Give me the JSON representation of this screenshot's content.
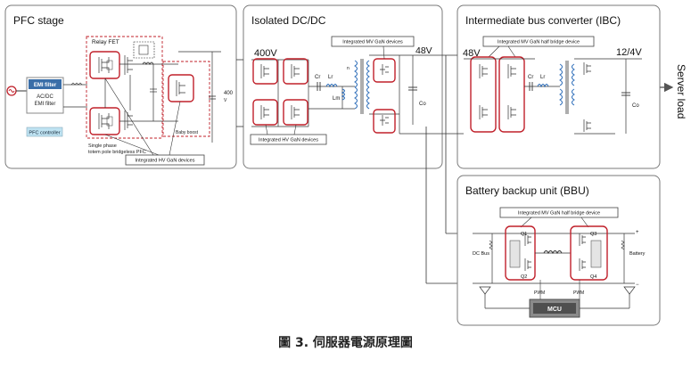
{
  "caption": "圖 3. 伺服器電源原理圖",
  "pfc": {
    "title": "PFC stage",
    "relay_fet": "Relay FET",
    "emi_filter": "EMI filter",
    "acdc_line1": "AC/DC",
    "acdc_line2": "EMI filter",
    "controller": "PFC controller",
    "topology_line1": "Single phase",
    "topology_line2": "totem pole bridgeless PFC",
    "baby_boost": "Baby boost",
    "out_v": "400",
    "out_v_sub": "V",
    "gan_label": "Integrated HV GaN devices"
  },
  "dcdc": {
    "title": "Isolated DC/DC",
    "vin": "400V",
    "vout": "48V",
    "gan_top_label": "Integrated MV GaN devices",
    "gan_bottom_label": "Integrated HV GaN devices",
    "cap_r": "Cr",
    "ind_r": "Lr",
    "ind_m": "Lm",
    "n_label": "n",
    "cap_o": "Co"
  },
  "ibc": {
    "title": "Intermediate bus converter (IBC)",
    "vin": "48V",
    "vout": "12/4V",
    "gan_label": "Integrated MV GaN half bridge device",
    "cap_r": "Cr",
    "ind_r": "Lr",
    "cap_o": "Co"
  },
  "bbu": {
    "title": "Battery backup unit (BBU)",
    "gan_label": "Integrated MV GaN half bridge device",
    "dc_bus": "DC Bus",
    "battery": "Battery",
    "mcu": "MCU",
    "pwm": "PWM",
    "q1": "Q1",
    "q2": "Q2",
    "q3": "Q3",
    "q4": "Q4"
  },
  "server_load": "Server load",
  "colors": {
    "highlight": "#c0202a",
    "emi_fill": "#3a6ea8",
    "controller_fill": "#bfe3f2",
    "ind": "#2a6bb8",
    "panel_border": "#7a7a7a",
    "wire": "#333333"
  }
}
